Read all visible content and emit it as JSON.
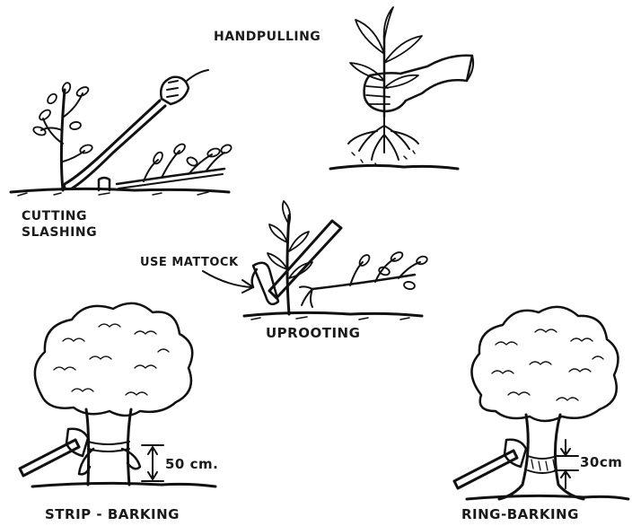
{
  "labels": {
    "handpulling": "HANDPULLING",
    "cutting": "CUTTING",
    "slashing": "SLASHING",
    "use_mattock": "USE MATTOCK",
    "uprooting": "UPROOTING",
    "strip_measure": "50 cm.",
    "strip_barking": "STRIP - BARKING",
    "ring_measure": "30cm",
    "ring_barking": "RING-BARKING"
  }
}
